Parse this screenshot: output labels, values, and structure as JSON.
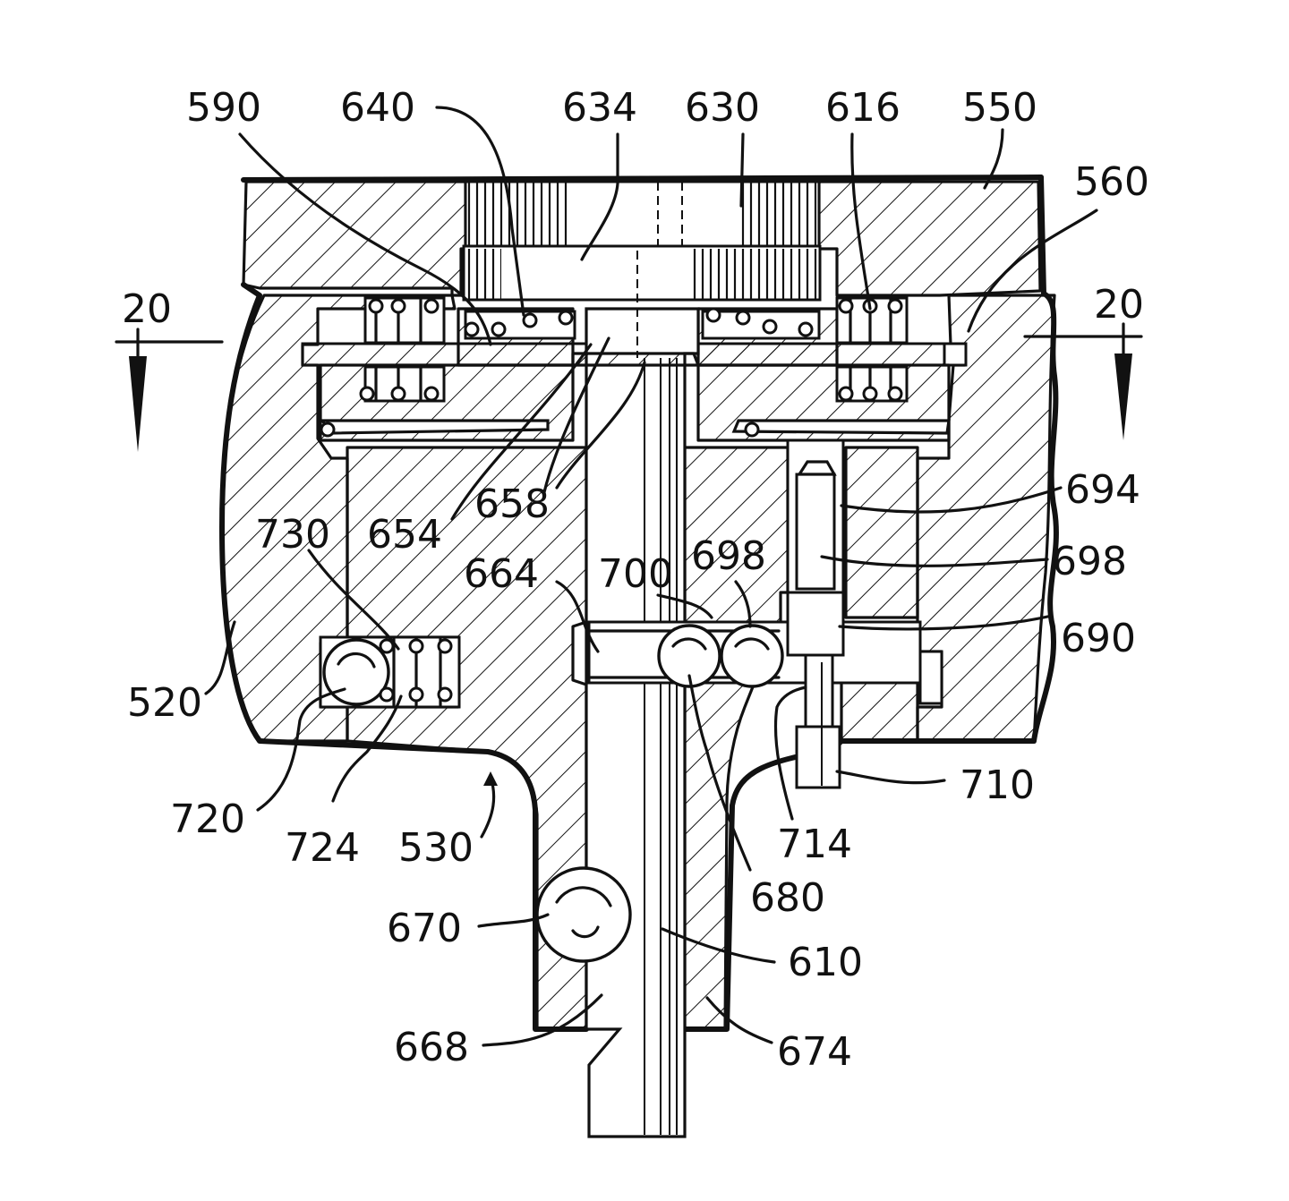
{
  "figure": {
    "labels": {
      "l590": "590",
      "l640": "640",
      "l634": "634",
      "l630": "630",
      "l616": "616",
      "l550": "550",
      "l560": "560",
      "l20_left": "20",
      "l20_right": "20",
      "l694": "694",
      "l658": "658",
      "l654": "654",
      "l730": "730",
      "l664": "664",
      "l700": "700",
      "l698_mid": "698",
      "l698_right": "698",
      "l690": "690",
      "l520": "520",
      "l710": "710",
      "l720": "720",
      "l724": "724",
      "l530": "530",
      "l714": "714",
      "l680": "680",
      "l670": "670",
      "l610": "610",
      "l668": "668",
      "l674": "674"
    }
  }
}
